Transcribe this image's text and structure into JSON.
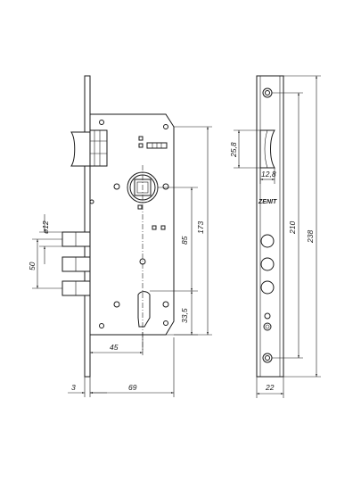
{
  "drawing": {
    "brand_label": "ZENIT",
    "dimensions": {
      "bolt_diameter": "ø12",
      "bolt_pitch": "50",
      "backset": "45",
      "thickness": "3",
      "body_width": "69",
      "cylinder_offset": "33,5",
      "spindle_to_cylinder": "85",
      "case_height": "173",
      "latch_height": "25,8",
      "latch_width": "12,8",
      "screw_pitch": "210",
      "faceplate_height": "238",
      "faceplate_width": "22"
    }
  }
}
